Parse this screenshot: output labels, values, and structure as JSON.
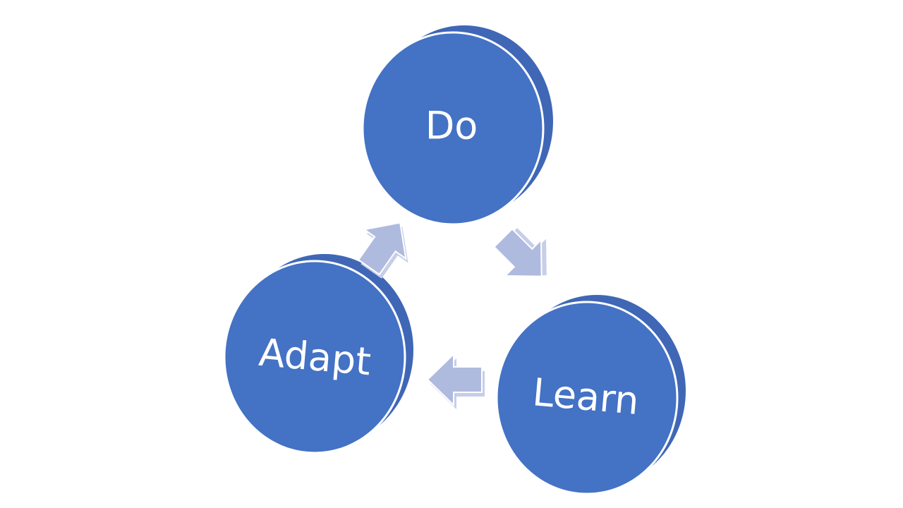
{
  "diagram": {
    "nodes": [
      {
        "id": "do",
        "label": "Do"
      },
      {
        "id": "learn",
        "label": "Learn"
      },
      {
        "id": "adapt",
        "label": "Adapt"
      }
    ],
    "edges": [
      {
        "from": "do",
        "to": "learn"
      },
      {
        "from": "learn",
        "to": "adapt"
      },
      {
        "from": "adapt",
        "to": "do"
      }
    ],
    "colors": {
      "node": "#4472C4",
      "node_back": "#3F67B6",
      "arrow": "#AFBADF",
      "arrow_side": "#C6CEE8"
    }
  }
}
